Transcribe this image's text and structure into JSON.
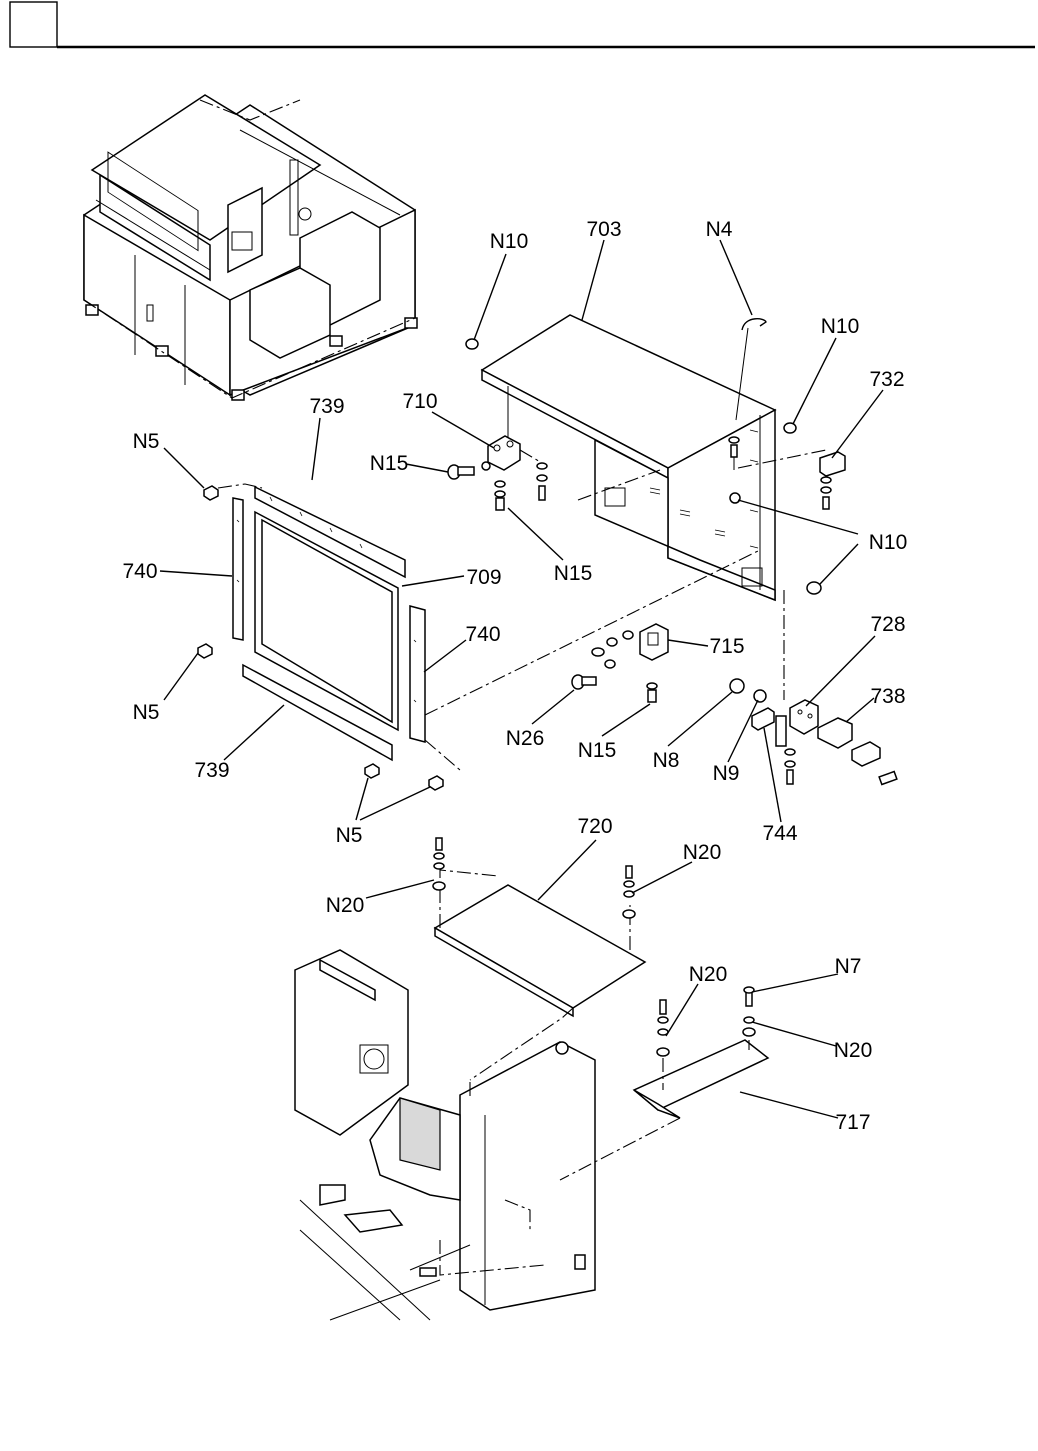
{
  "header": {
    "box_label": ""
  },
  "callouts": {
    "c_n10_a": "N10",
    "c_703": "703",
    "c_n4": "N4",
    "c_n10_b": "N10",
    "c_732": "732",
    "c_739_a": "739",
    "c_710": "710",
    "c_n5_a": "N5",
    "c_n15_a": "N15",
    "c_n10_c": "N10",
    "c_740_a": "740",
    "c_709": "709",
    "c_n15_b": "N15",
    "c_740_b": "740",
    "c_715": "715",
    "c_728": "728",
    "c_n5_b": "N5",
    "c_738": "738",
    "c_n26": "N26",
    "c_n15_c": "N15",
    "c_n8": "N8",
    "c_739_b": "739",
    "c_n9": "N9",
    "c_n5_c": "N5",
    "c_744": "744",
    "c_720": "720",
    "c_n20_a": "N20",
    "c_n20_b": "N20",
    "c_n20_c": "N20",
    "c_n7": "N7",
    "c_n20_d": "N20",
    "c_717": "717"
  }
}
